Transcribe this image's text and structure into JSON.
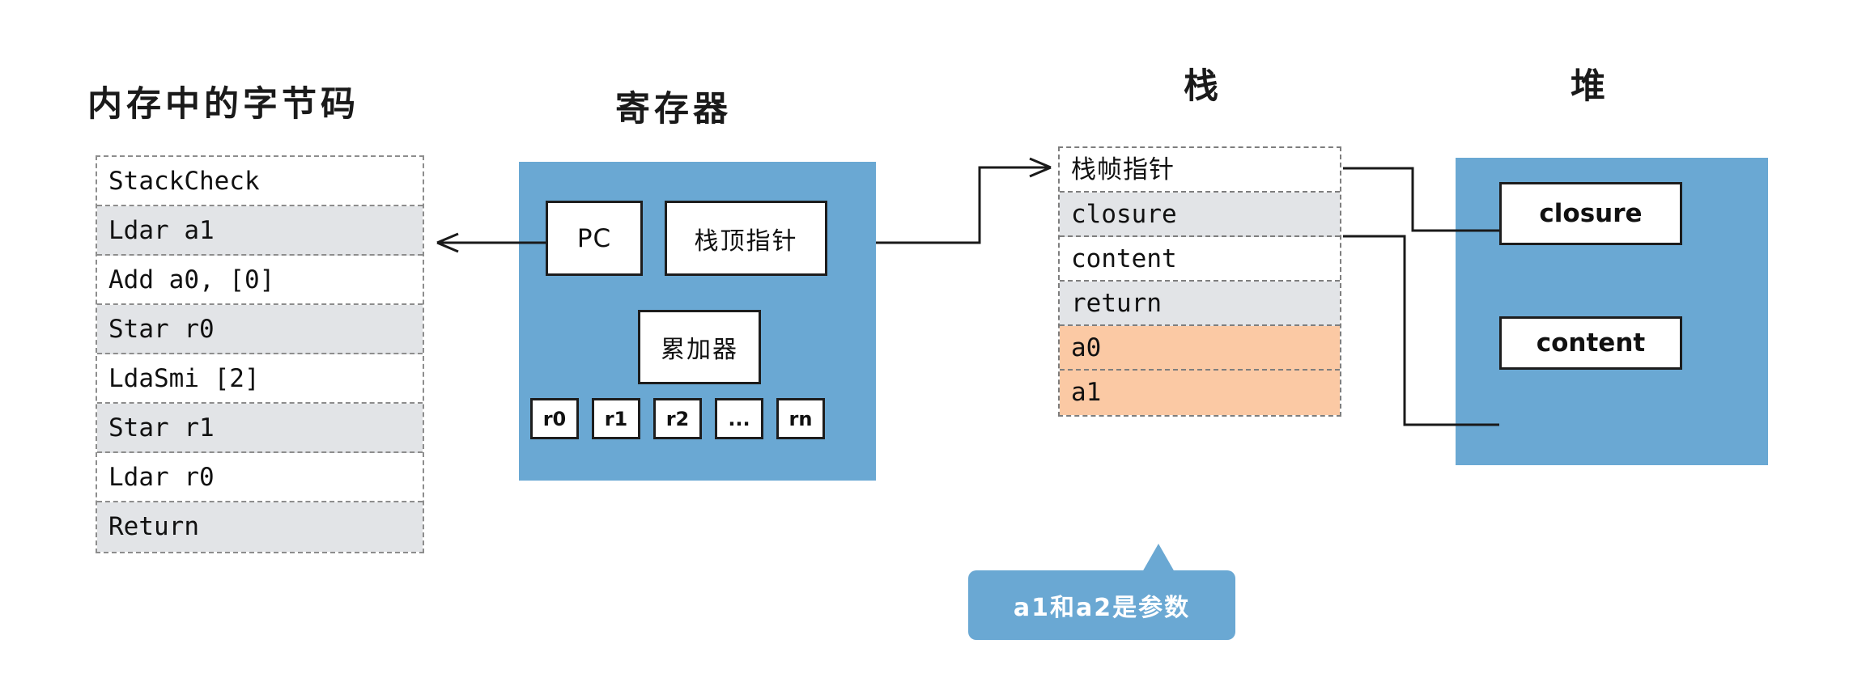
{
  "sections": {
    "bytecode": {
      "title": "内存中的字节码"
    },
    "register": {
      "title": "寄存器"
    },
    "stack": {
      "title": "栈"
    },
    "heap": {
      "title": "堆"
    }
  },
  "bytecode": {
    "rows": [
      {
        "text": "StackCheck",
        "shaded": false
      },
      {
        "text": "Ldar a1",
        "shaded": true
      },
      {
        "text": "Add a0, [0]",
        "shaded": false
      },
      {
        "text": "Star r0",
        "shaded": true
      },
      {
        "text": "LdaSmi [2]",
        "shaded": false
      },
      {
        "text": "Star r1",
        "shaded": true
      },
      {
        "text": "Ldar r0",
        "shaded": false
      },
      {
        "text": "Return",
        "shaded": true
      }
    ]
  },
  "register": {
    "pc_label": "PC",
    "stack_pointer_label": "栈顶指针",
    "accumulator_label": "累加器",
    "slots": [
      "r0",
      "r1",
      "r2",
      "...",
      "rn"
    ]
  },
  "stack": {
    "rows": [
      {
        "text": "栈帧指针",
        "style": "plain-cjk"
      },
      {
        "text": "closure",
        "style": "shaded"
      },
      {
        "text": "content",
        "style": "plain"
      },
      {
        "text": "return",
        "style": "shaded"
      },
      {
        "text": "a0",
        "style": "arg"
      },
      {
        "text": "a1",
        "style": "arg"
      }
    ]
  },
  "heap": {
    "boxes": [
      {
        "label": "closure"
      },
      {
        "label": "content"
      }
    ]
  },
  "callout": {
    "text": "a1和a2是参数"
  },
  "colors": {
    "panel_blue": "#6aa8d3",
    "row_shaded": "#e2e4e7",
    "row_arg_orange": "#fbc9a4",
    "line": "#1a1a1a"
  }
}
